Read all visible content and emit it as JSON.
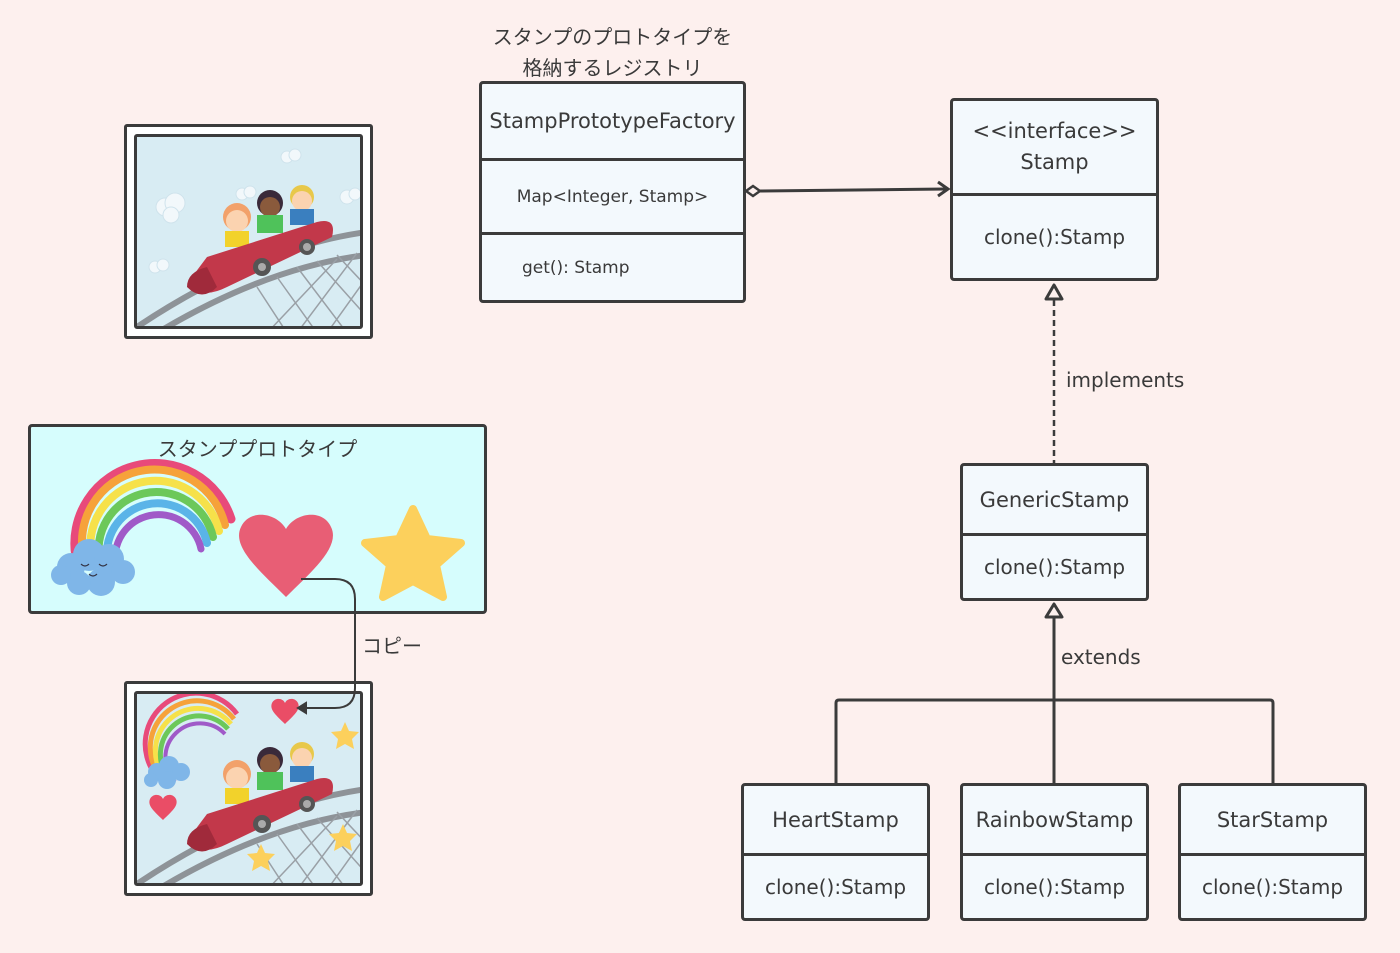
{
  "colors": {
    "background": "#fdf0ee",
    "class_fill": "#f3f9fd",
    "border": "#3b3b3b",
    "prototype_box_fill": "#d6fdfd",
    "heart": "#e8435e",
    "star": "#fcd05c"
  },
  "registry_note": {
    "line1": "スタンプのプロトタイプを",
    "line2": "格納するレジストリ"
  },
  "factory": {
    "name": "StampPrototypeFactory",
    "field": "Map<Integer, Stamp>",
    "method": "get(): Stamp"
  },
  "stamp_interface": {
    "stereotype": "<<interface>>",
    "name": "Stamp",
    "method": "clone():Stamp"
  },
  "generic_stamp": {
    "name": "GenericStamp",
    "method": "clone():Stamp"
  },
  "subclasses": [
    {
      "name": "HeartStamp",
      "method": "clone():Stamp"
    },
    {
      "name": "RainbowStamp",
      "method": "clone():Stamp"
    },
    {
      "name": "StarStamp",
      "method": "clone():Stamp"
    }
  ],
  "relations": {
    "implements_label": "implements",
    "extends_label": "extends",
    "copy_label": "コピー"
  },
  "prototype_panel": {
    "title": "スタンププロトタイプ",
    "stamps": [
      "rainbow-cloud",
      "heart",
      "star"
    ]
  },
  "pictures": {
    "original": "roller-coaster-kids",
    "stamped": "roller-coaster-kids-with-stamps"
  }
}
